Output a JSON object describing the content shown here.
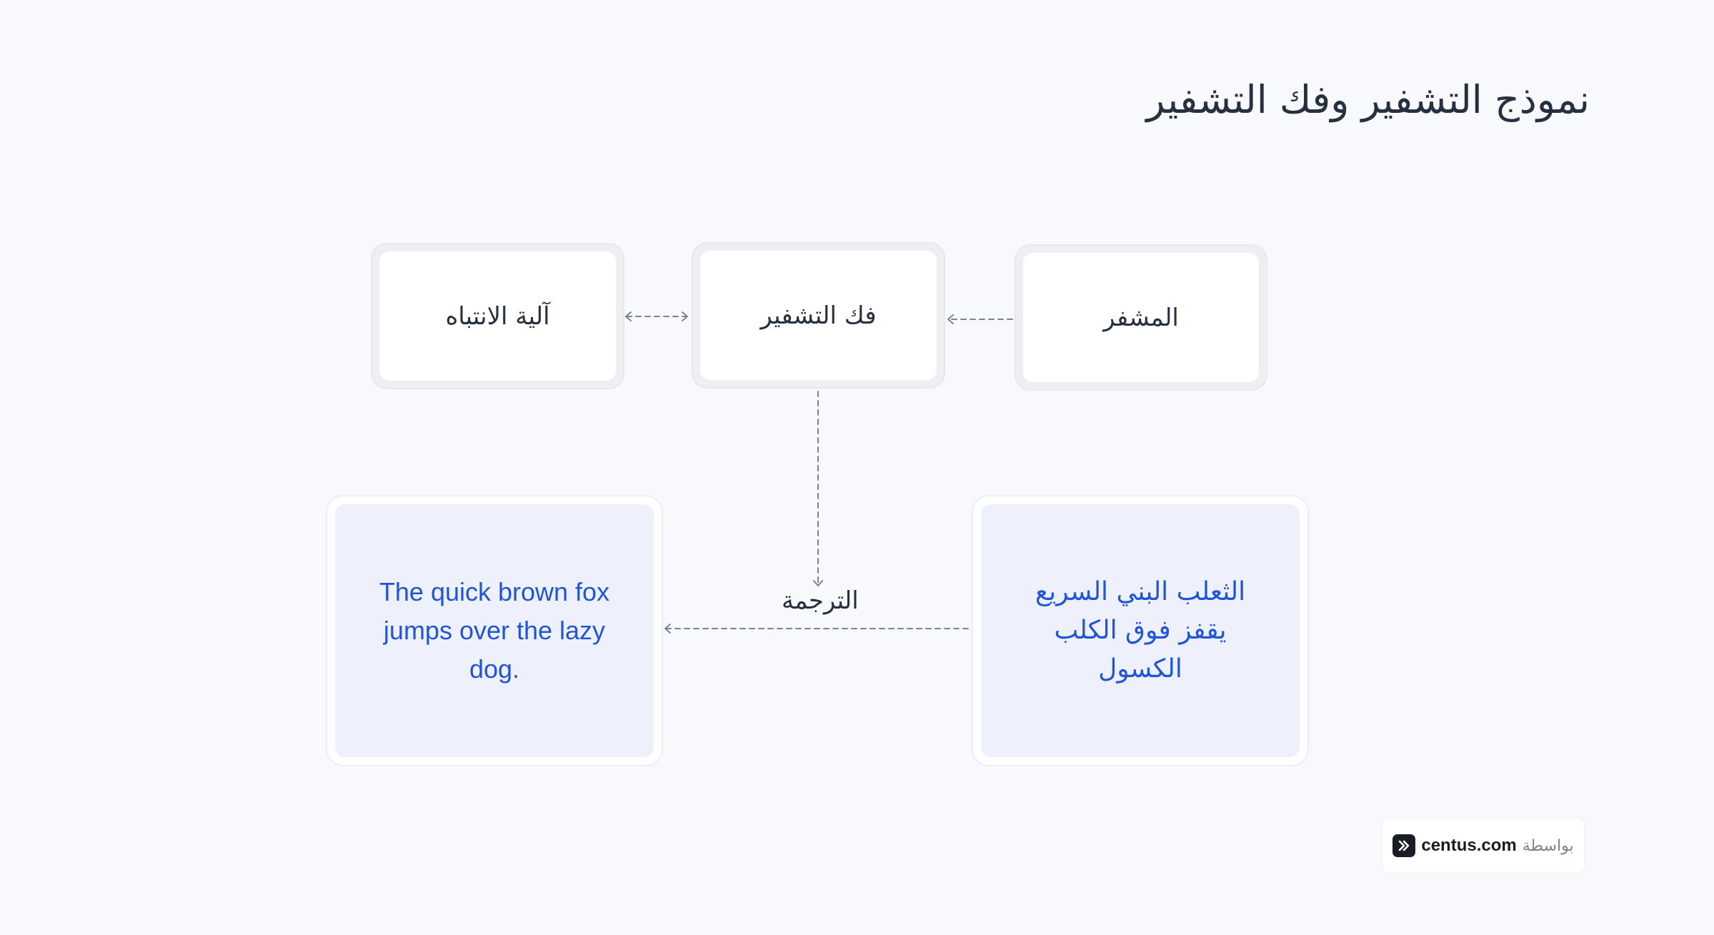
{
  "title": "نموذج التشفير وفك التشفير",
  "nodes": {
    "encoder": "المشفر",
    "decoder": "فك التشفير",
    "attention": "آلية الانتباه"
  },
  "source_sentence": "الثعلب البني السريع يقفز فوق الكلب الكسول",
  "target_sentence": "The quick brown fox jumps over the lazy dog.",
  "edge_label": "الترجمة",
  "badge": {
    "by_label": "بواسطة",
    "brand": "centus.com",
    "icon": "chevron-double-right-icon"
  },
  "colors": {
    "background": "#f8f9fc",
    "text": "#27303f",
    "accent_text": "#1f55d6",
    "card_fill": "#eef1fc",
    "connector": "#7a8290"
  }
}
